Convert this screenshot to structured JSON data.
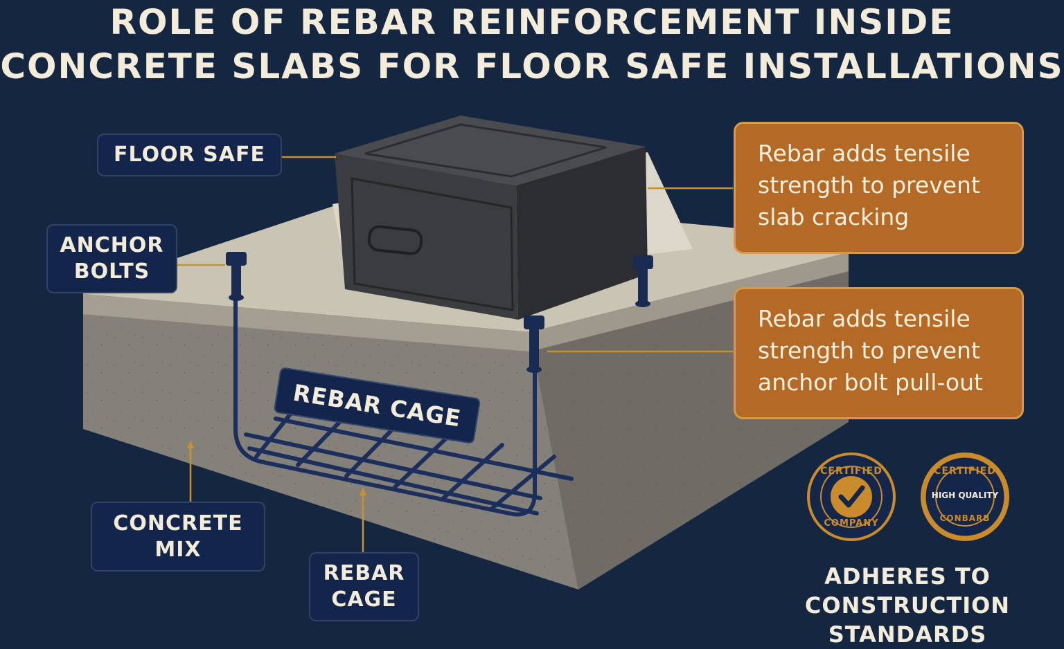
{
  "title": {
    "line1": "Role of Rebar Reinforcement Inside",
    "line2": "Concrete Slabs for Floor Safe Installations"
  },
  "labels": {
    "floor_safe": "Floor Safe",
    "anchor_bolts": [
      "Anchor",
      "Bolts"
    ],
    "concrete_mix": [
      "Concrete",
      "Mix"
    ],
    "rebar_cage_bottom": [
      "Rebar",
      "Cage"
    ],
    "rebar_cage_tilted": "Rebar Cage"
  },
  "callouts": {
    "cracking": [
      "Rebar adds tensile",
      "strength to prevent",
      "slab cracking"
    ],
    "pullout": [
      "Rebar adds tensile",
      "strength to prevent",
      "anchor bolt pull-out"
    ]
  },
  "badges": {
    "certified_company": {
      "top": "Certified",
      "bottom": "Company"
    },
    "high_quality": {
      "top": "Certified",
      "middle": "High Quality",
      "bottom": "Conbarb"
    }
  },
  "standards": [
    "Adheres to",
    "Construction",
    "Standards"
  ],
  "colors": {
    "background": "#152641",
    "label_fill": "#13254a",
    "callout_fill": "#b26a26",
    "leader_line": "#c8902e",
    "rebar": "#1c2f5c",
    "concrete_top": "#c9c4b3",
    "concrete_side": "#84817a",
    "safe_body": "#3b3c3f",
    "badge_gold": "#c98b2b"
  }
}
